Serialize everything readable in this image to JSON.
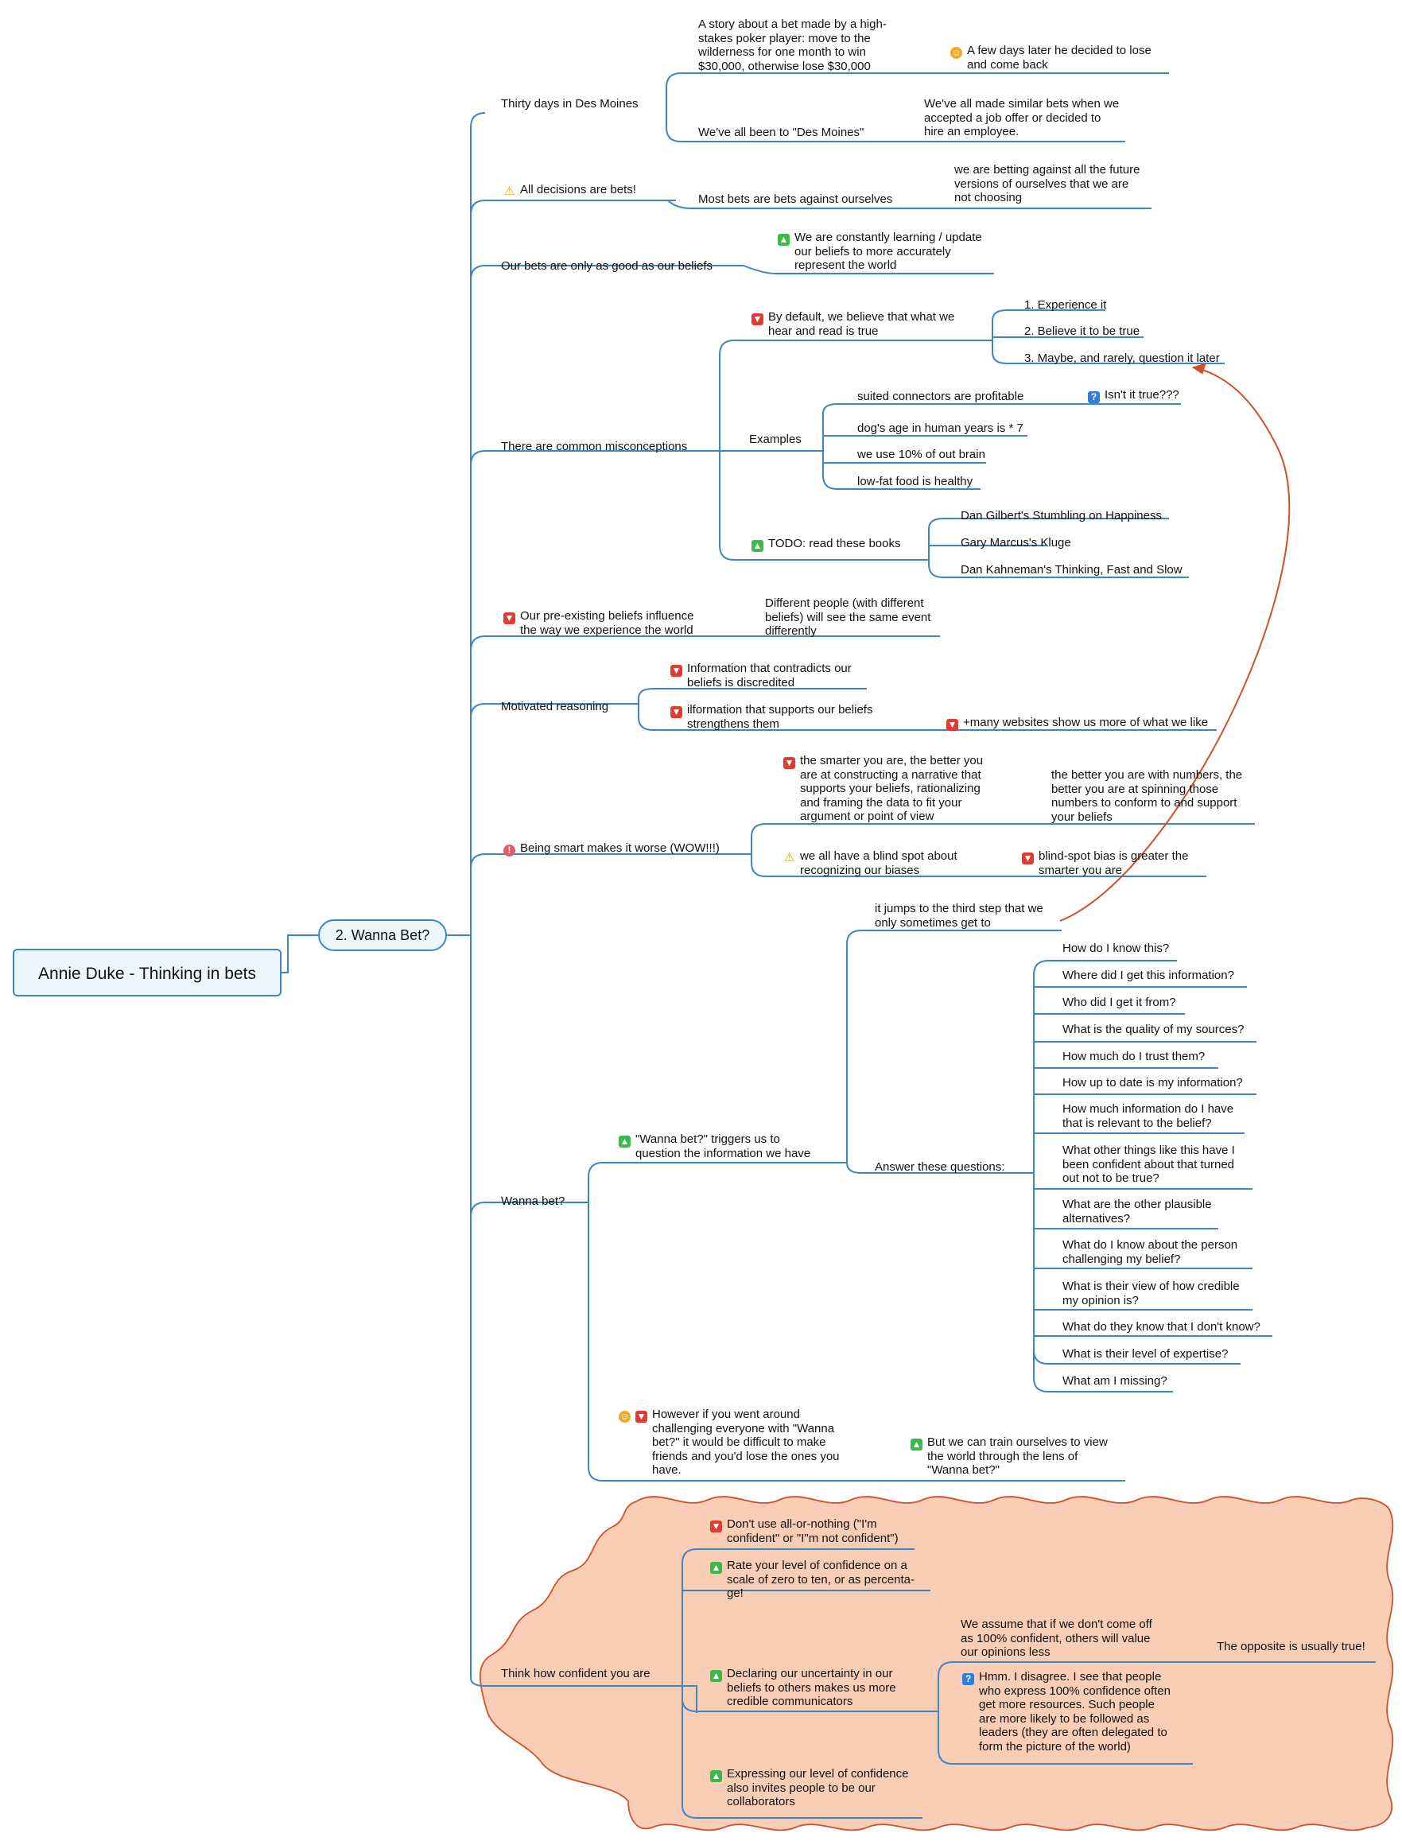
{
  "root": "Annie Duke - Thinking in bets",
  "main": "2. Wanna Bet?",
  "branches": {
    "thirty_days": {
      "label": "Thirty days in Des Moines",
      "story": "A story about a bet made by a high-\nstakes poker player: move to the\nwilderness for one month to win\n$30,000, otherwise lose $30,000",
      "story_result": "A few days later he decided to lose\nand come back",
      "we_all": "We've all been to \"Des Moines\"",
      "we_all_note": "We've all made similar bets when we\naccepted a job offer or decided to\nhire an employee."
    },
    "all_decisions": {
      "label": "All decisions are bets!",
      "child": "Most bets are bets against ourselves",
      "note": "we are betting against all the future\nversions of ourselves that we are\nnot choosing"
    },
    "bets_beliefs": {
      "label": "Our bets are only as good as our beliefs",
      "note": "We are constantly learning / update\nour beliefs to more accurately\nrepresent the world"
    },
    "misconceptions": {
      "label": "There are common misconceptions",
      "by_default": "By default, we believe that what we\nhear and read is true",
      "steps": [
        "1. Experience it",
        "2. Believe it to be true",
        "3. Maybe, and rarely, question it later"
      ],
      "examples_label": "Examples",
      "examples": [
        "suited connectors are profitable",
        "dog's age in human years is * 7",
        "we use 10% of out brain",
        "low-fat food is healthy"
      ],
      "isnt_true": "Isn't it true???",
      "todo": "TODO: read these books",
      "books": [
        "Dan Gilbert's Stumbling on Happiness",
        "Gary Marcus's Kluge",
        "Dan Kahneman's Thinking, Fast and Slow"
      ]
    },
    "preexisting": {
      "label": "Our pre-existing beliefs influence\nthe way we experience the world",
      "note": "Different people (with different\nbeliefs) will see the same event\ndifferently"
    },
    "motivated": {
      "label": "Motivated reasoning",
      "contradicts": "Information that contradicts our\nbeliefs is discredited",
      "supports": "ilformation that supports our beliefs\nstrengthens them",
      "websites": "+many websites show us more of what we like"
    },
    "smart": {
      "label": "Being smart makes it worse (WOW!!!)",
      "smarter": "the smarter you are, the better you\nare at constructing a narrative that\nsupports your beliefs, rationalizing\nand framing the data to fit your\nargument or point of view",
      "numbers": "the better you are with numbers, the\nbetter you are at spinning those\nnumbers to conform to and support\nyour beliefs",
      "blind_spot": "we all have a blind spot about\nrecognizing our biases",
      "blind_bias": "blind-spot bias is greater the\nsmarter you are"
    },
    "wanna_bet": {
      "label": "Wanna bet?",
      "triggers": "\"Wanna bet?\" triggers us to\nquestion the information we have",
      "third_step": "it jumps to the third step that we\nonly sometimes get to",
      "answer": "Answer these questions:",
      "questions": [
        "How do I know this?",
        "Where did I get this information?",
        "Who did I get it from?",
        "What is the quality of my sources?",
        "How much do I trust them?",
        "How up to date is my information?",
        "How much information do I have\nthat is relevant to the belief?",
        "What other things like this have I\nbeen confident about that turned\nout not to be true?",
        "What are the other plausible\nalternatives?",
        "What do I know about the person\nchallenging my belief?",
        "What is their view of how credible\nmy opinion is?",
        "What do they know that I don't know?",
        "What is their level of expertise?",
        "What am I missing?"
      ],
      "however": "However if you went around\nchallenging everyone with \"Wanna\nbet?\" it would be difficult to make\nfriends and you'd lose the ones you\nhave.",
      "train": "But we can train ourselves to view\nthe world through the lens of\n\"Wanna bet?\""
    },
    "confident": {
      "label": "Think how confident you are",
      "all_or_nothing": "Don't use all-or-nothing (\"I'm\nconfident\" or \"I\"m not confident\")",
      "rate": "Rate your level of confidence on a\nscale of zero to ten, or as percenta-\nge!",
      "declaring": "Declaring our uncertainty in our\nbeliefs to others makes us more\ncredible communicators",
      "assume": "We assume that if we don't come off\nas 100% confident, others will value\nour opinions less",
      "opposite": "The opposite is usually true!",
      "hmm": "Hmm. I disagree. I see that people\nwho express 100% confidence often\nget more resources. Such people\nare more likely to be followed as\nleaders (they are often delegated to\nform the picture of the world)",
      "expressing": "Expressing our level of confidence\nalso invites people to be our\ncollaborators"
    }
  },
  "colors": {
    "line": "#3d86c6",
    "relationship": "#d0502a",
    "boundary_fill": "#f9cdb6",
    "boundary_stroke": "#d0502a"
  }
}
